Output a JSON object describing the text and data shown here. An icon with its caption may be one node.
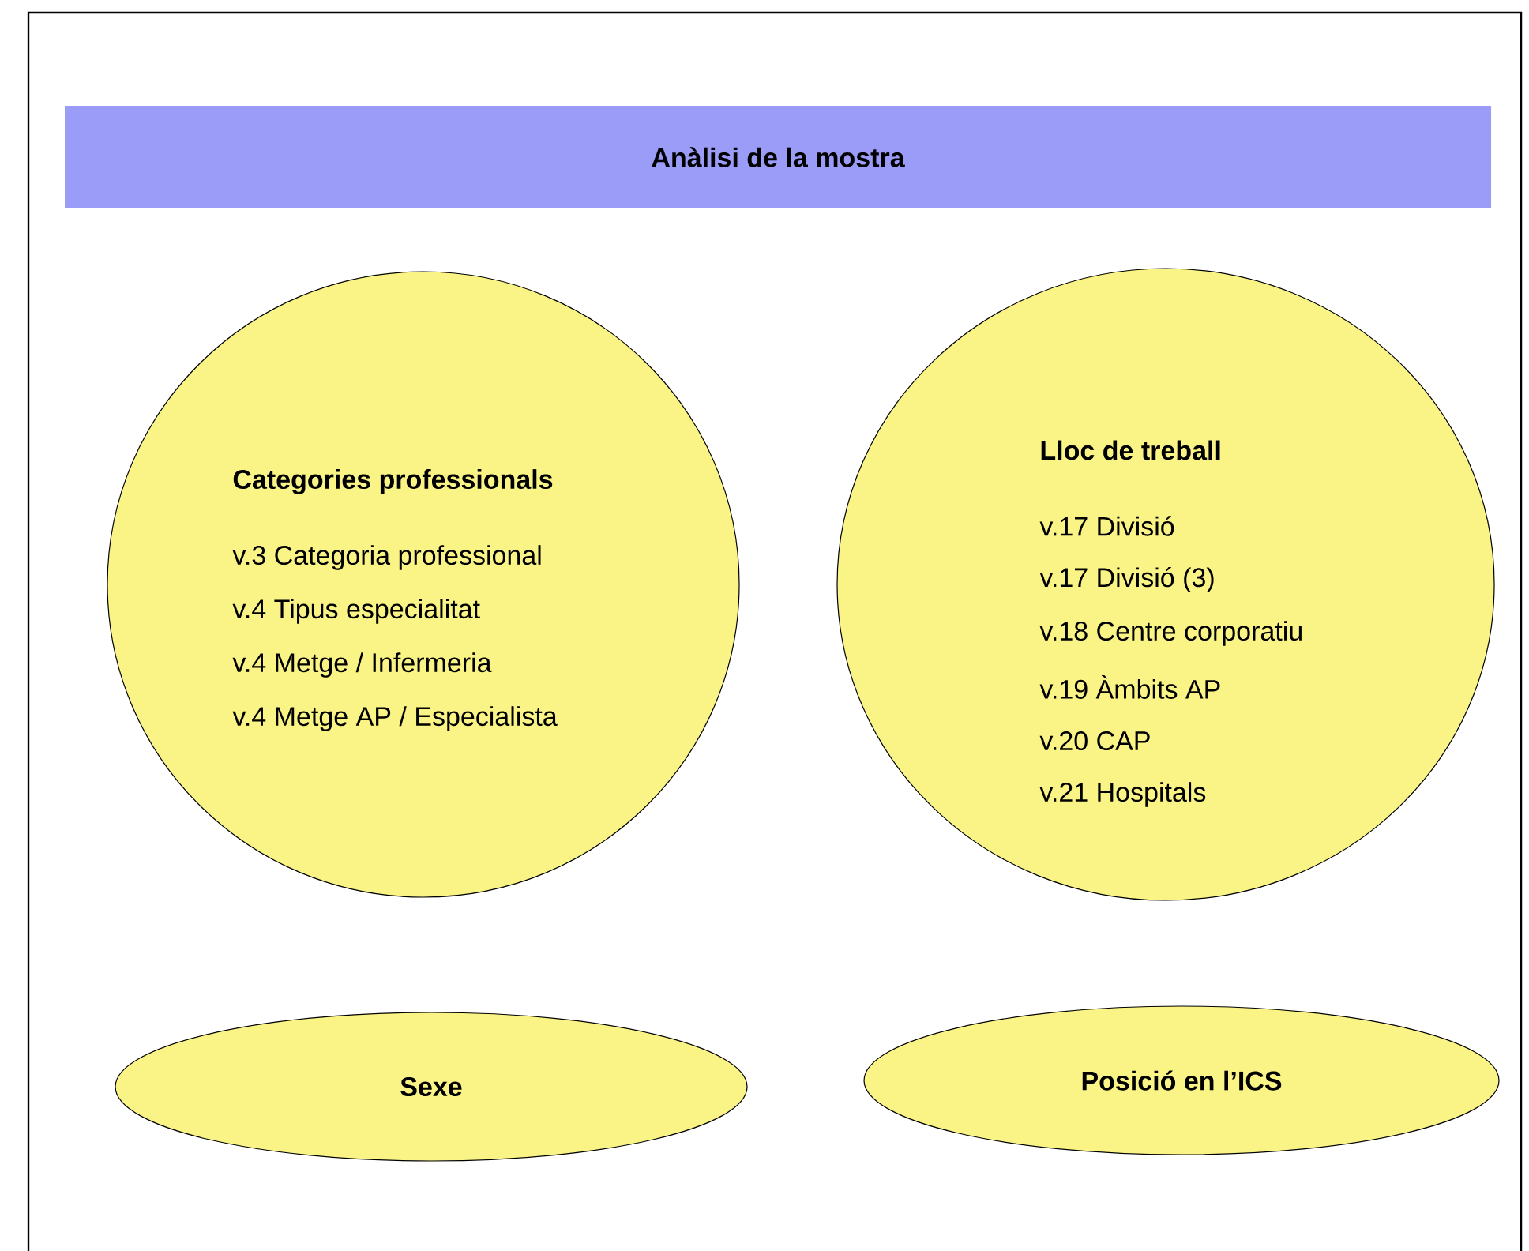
{
  "diagram": {
    "nodes": [
      {
        "text": [
          "Anàlisi de la mostra"
        ]
      },
      {
        "text": [
          "Categories professionals",
          "v.3 Categoria professional",
          "v.4 Tipus especialitat",
          "v.4 Metge / Infermeria",
          "v.4 Metge AP / Especialista"
        ]
      },
      {
        "text": [
          "Lloc de treball",
          "v.17 Divisió",
          "v.17 Divisió (3)",
          "v.18 Centre corporatiu",
          "v.19 Àmbits AP",
          "v.20 CAP",
          "v.21 Hospitals"
        ]
      },
      {
        "text": [
          "Sexe"
        ]
      },
      {
        "text": [
          "Posició en l’ICS"
        ]
      }
    ]
  }
}
